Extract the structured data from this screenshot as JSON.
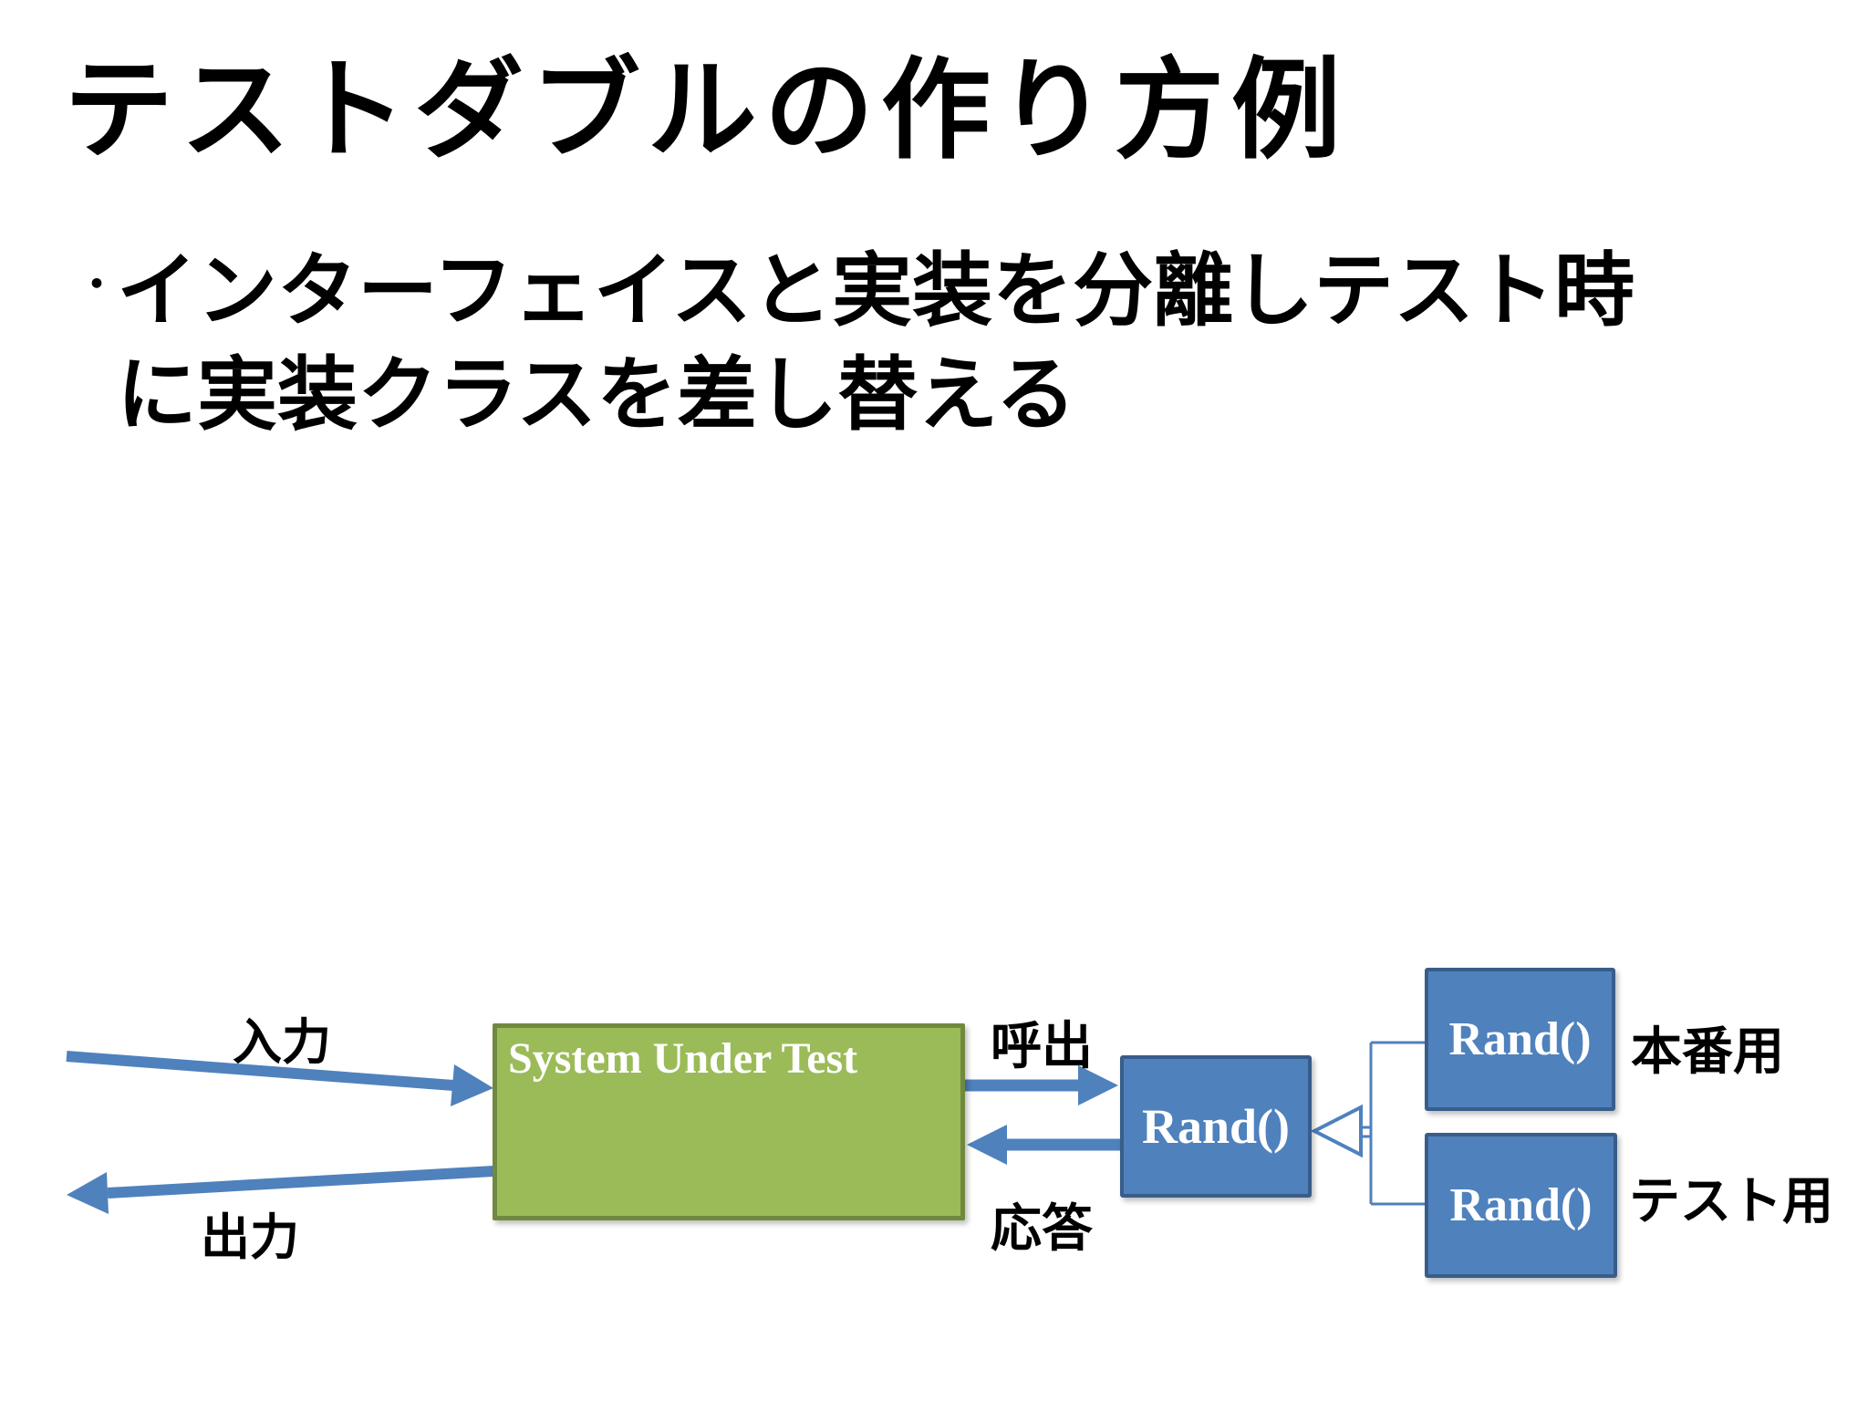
{
  "slide": {
    "title": "テストダブルの作り方例",
    "bullet": {
      "marker": "・",
      "line1": "インターフェイスと実装を分離しテスト時",
      "line2": "に実装クラスを差し替える"
    }
  },
  "diagram": {
    "sut_box": {
      "label": "System Under Test"
    },
    "interface_box": {
      "label": "Rand()"
    },
    "production_box": {
      "label": "Rand()",
      "annotation": "本番用"
    },
    "test_box": {
      "label": "Rand()",
      "annotation": "テスト用"
    },
    "arrows": {
      "input_label": "入力",
      "output_label": "出力",
      "call_label": "呼出",
      "response_label": "応答"
    }
  },
  "colors": {
    "box_green_fill": "#9BBB59",
    "box_green_border": "#71893F",
    "box_blue_fill": "#4F81BD",
    "box_blue_border": "#385D8A",
    "arrow_blue": "#4F81BD",
    "slide_text": "#000000",
    "box_text": "#FFFFFF",
    "background": "#FFFFFF"
  }
}
